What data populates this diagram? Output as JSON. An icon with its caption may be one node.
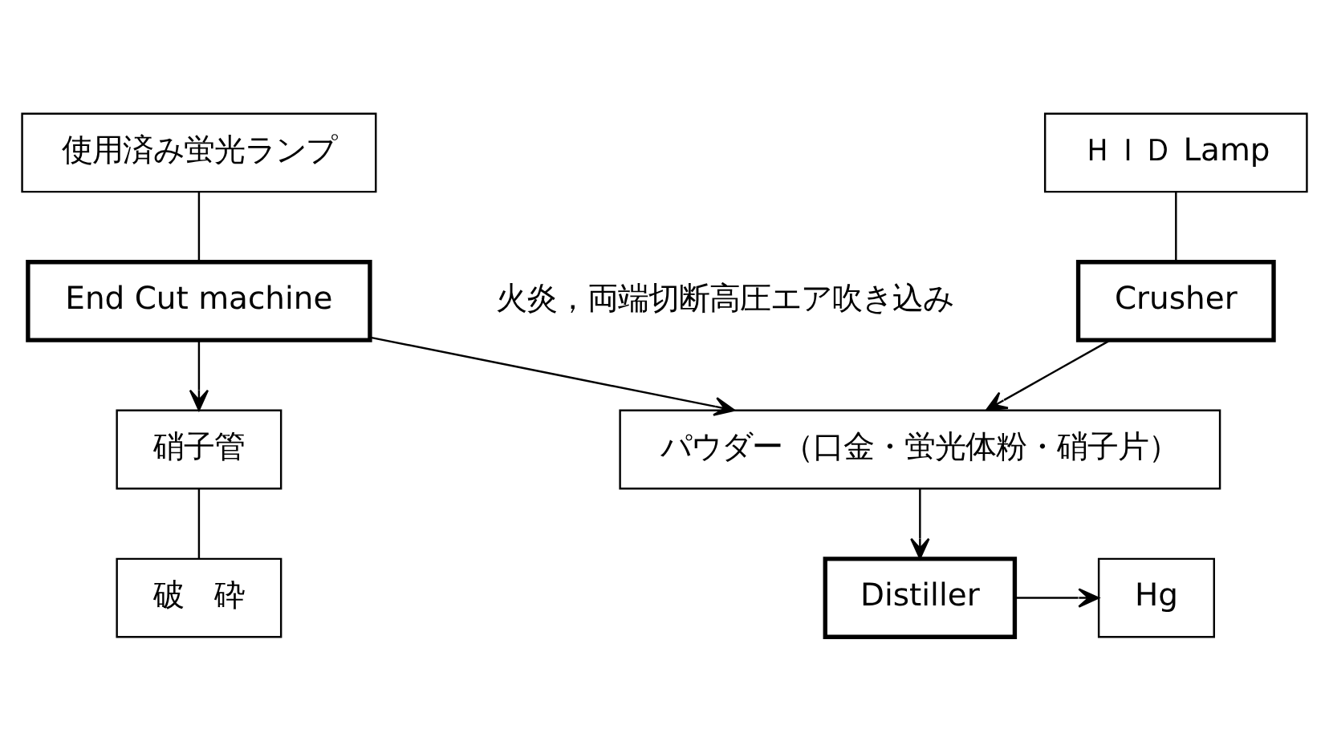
{
  "diagram": {
    "nodes": [
      {
        "text": [
          "使用済み蛍光ランプ"
        ]
      },
      {
        "text": [
          "ＨＩＤ Lamp"
        ]
      },
      {
        "text": [
          "End Cut machine"
        ]
      },
      {
        "text": [
          "Crusher"
        ]
      },
      {
        "text": [
          "硝子管"
        ]
      },
      {
        "text": [
          "パウダー（口金・蛍光体粉・硝子片）"
        ]
      },
      {
        "text": [
          "破　砕"
        ]
      },
      {
        "text": [
          "Distiller"
        ]
      },
      {
        "text": [
          "Hg"
        ]
      }
    ],
    "edges": [
      {
        "from": 0,
        "to": 2,
        "arrow": "none"
      },
      {
        "from": 1,
        "to": 3,
        "arrow": "none"
      },
      {
        "from": 2,
        "to": 4,
        "arrow": "to"
      },
      {
        "from": 2,
        "to": 5,
        "arrow": "to"
      },
      {
        "from": 3,
        "to": 5,
        "arrow": "to"
      },
      {
        "from": 4,
        "to": 6,
        "arrow": "none"
      },
      {
        "from": 5,
        "to": 7,
        "arrow": "to"
      },
      {
        "from": 7,
        "to": 8,
        "arrow": "to"
      }
    ],
    "labels": [
      "火炎，両端切断高圧エア吹き込み"
    ]
  }
}
